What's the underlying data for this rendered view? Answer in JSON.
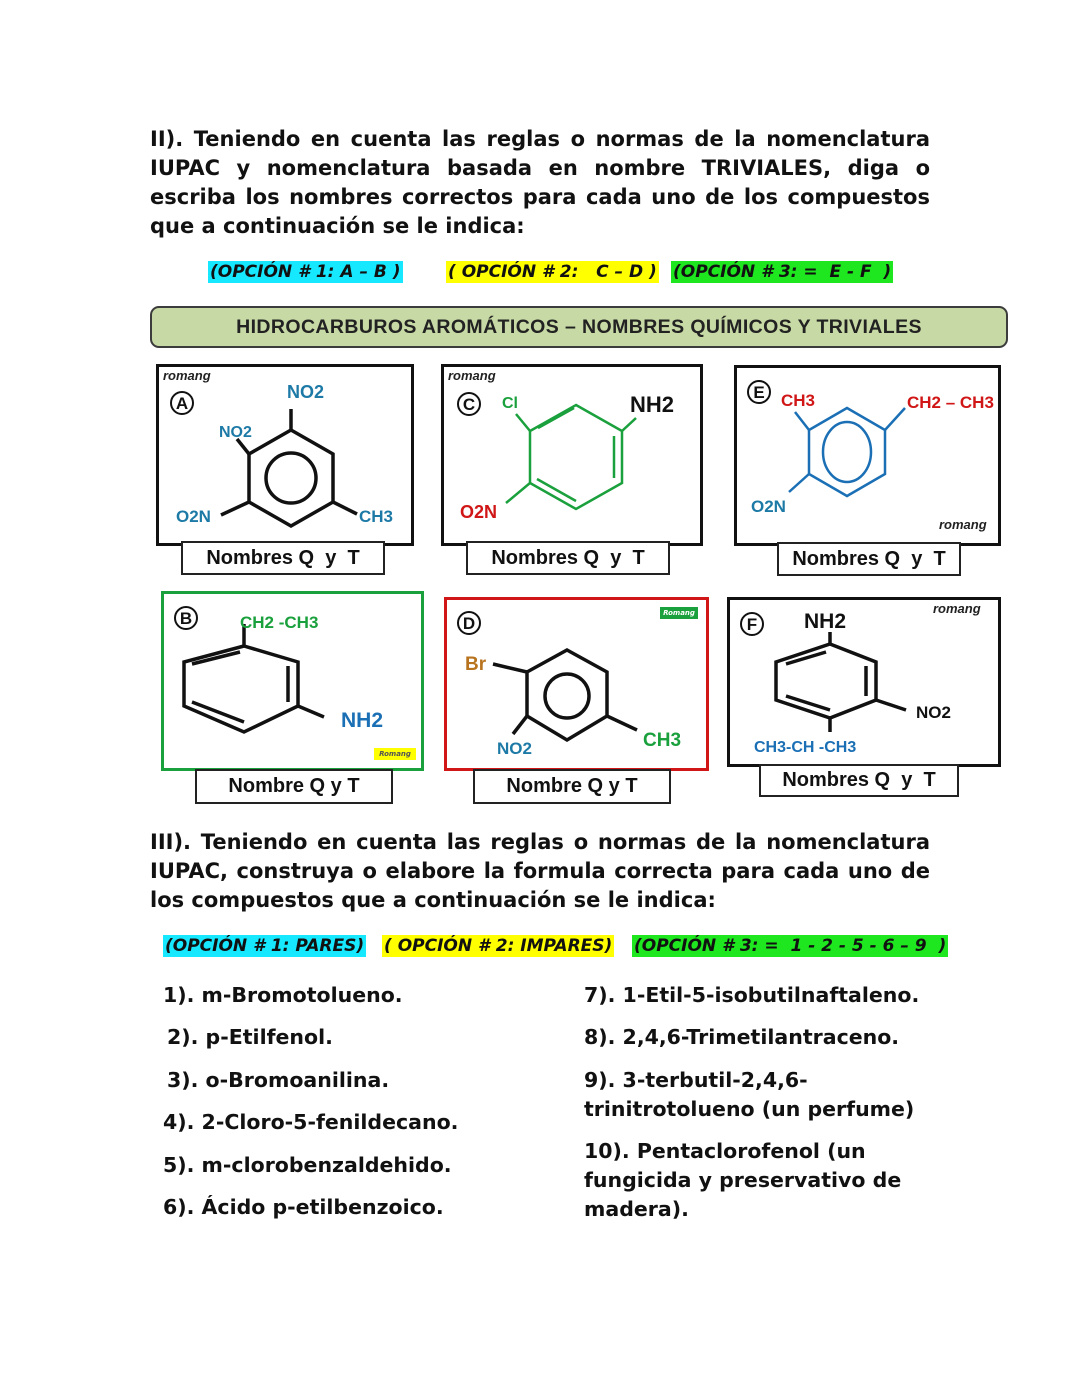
{
  "section2": {
    "text": "II).  Teniendo en cuenta las reglas o normas de la nomenclatura IUPAC y nomenclatura basada en nombre TRIVIALES, diga o escriba los nombres correctos para cada uno de los compuestos que a continuación se le indica:",
    "options": [
      "(OPCIÓN # 1: A – B )",
      "( OPCIÓN # 2:   C – D )",
      "(OPCIÓN # 3: =  E - F  )"
    ],
    "header": "HIDROCARBUROS  AROMÁTICOS – NOMBRES QUÍMICOS  Y  TRIVIALES"
  },
  "molecules": {
    "A": {
      "letter": "A",
      "watermark": "romang",
      "groups": [
        "NO2",
        "NO2",
        "O2N",
        "CH3"
      ],
      "label": "Nombres Q  y  T"
    },
    "C": {
      "letter": "C",
      "watermark": "romang",
      "groups": [
        "Cl",
        "NH2",
        "O2N"
      ],
      "label": "Nombres Q  y  T"
    },
    "E": {
      "letter": "E",
      "watermark": "romang",
      "groups": [
        "CH3",
        "CH2 – CH3",
        "O2N"
      ],
      "label": "Nombres Q  y  T"
    },
    "B": {
      "letter": "B",
      "watermark": "Romang",
      "groups": [
        "CH2 -CH3",
        "NH2"
      ],
      "label": "Nombre Q y T"
    },
    "D": {
      "letter": "D",
      "watermark": "Romang",
      "groups": [
        "Br",
        "NO2",
        "CH3"
      ],
      "label": "Nombre Q y T"
    },
    "F": {
      "letter": "F",
      "watermark": "romang",
      "groups": [
        "NH2",
        "NO2",
        "CH3-CH -CH3"
      ],
      "label": "Nombres Q  y  T"
    }
  },
  "section3": {
    "text": "III).  Teniendo en cuenta las reglas o normas de la nomenclatura IUPAC, construya o elabore la formula correcta para cada uno de los compuestos que a continuación se le indica:",
    "options": [
      "(OPCIÓN # 1: PARES)",
      "( OPCIÓN # 2: IMPARES)",
      "(OPCIÓN # 3: =  1 - 2 - 5 - 6 – 9  )"
    ],
    "left_items": [
      "1). m-Bromotolueno.",
      "2). p-Etilfenol.",
      "3). o-Bromoanilina.",
      "4). 2-Cloro-5-fenildecano.",
      "5). m-clorobenzaldehido.",
      "6). Ácido p-etilbenzoico."
    ],
    "right_items": [
      "7). 1-Etil-5-isobutilnaftaleno.",
      "8). 2,4,6-Trimetilantraceno.",
      "9). 3-terbutil-2,4,6-\ntrinitrotolueno (un perfume)",
      "10). Pentaclorofenol (un\nfungicida y preservativo de\nmadera)."
    ]
  },
  "colors": {
    "blue": "#1a6fb5",
    "green": "#1aa03c",
    "red": "#d01616",
    "teal": "#1d7aa6",
    "header_bg": "#c7d9a4"
  }
}
